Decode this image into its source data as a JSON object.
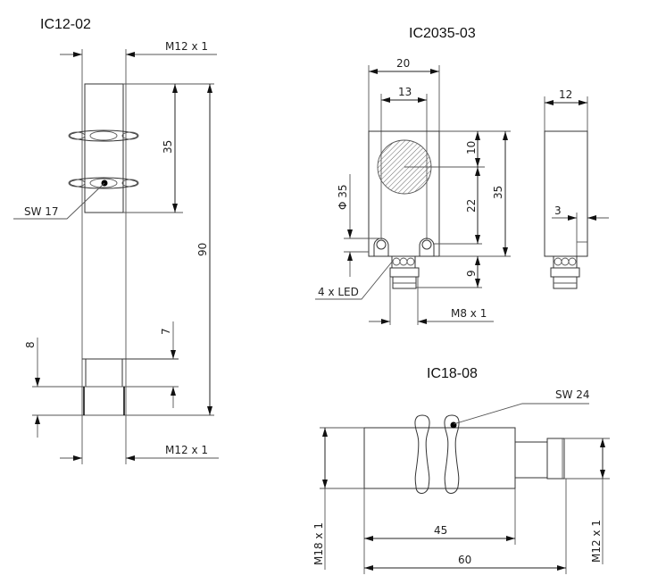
{
  "drawings": [
    {
      "title": "IC12-02",
      "labels": {
        "thread_top": "M12 x 1",
        "thread_bottom": "M12 x 1",
        "wrench": "SW 17",
        "d35": "35",
        "d90": "90",
        "d7": "7",
        "d8": "8"
      }
    },
    {
      "title": "IC2035-03",
      "labels": {
        "d20": "20",
        "d13": "13",
        "d12": "12",
        "d10": "10",
        "d22": "22",
        "d35": "35",
        "d9": "9",
        "d3": "3",
        "hole": "Φ 35",
        "led": "4 x LED",
        "thread": "M8 x 1"
      }
    },
    {
      "title": "IC18-08",
      "labels": {
        "wrench": "SW 24",
        "thread_body": "M18 x 1",
        "thread_conn": "M12 x 1",
        "d45": "45",
        "d60": "60"
      }
    }
  ]
}
